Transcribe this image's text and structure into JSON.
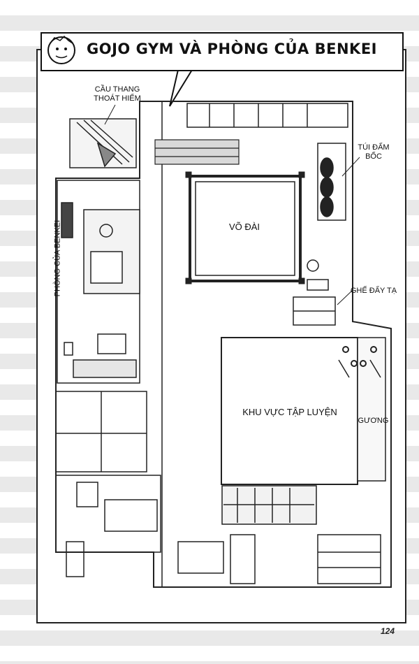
{
  "title": "GOJO GYM VÀ PHÒNG CỦA BENKEI",
  "labels": {
    "emergency_stairs_line1": "CẦU THANG",
    "emergency_stairs_line2": "THOÁT HIỂM",
    "punching_bags_line1": "TÚI ĐẤM",
    "punching_bags_line2": "BỐC",
    "ring": "VÕ ĐÀI",
    "benkei_room": "PHÒNG CỦA BENKEI",
    "bench_press": "GHẾ ĐẨY TẠ",
    "training_area": "KHU VỰC TẬP LUYỆN",
    "mirror": "GƯƠNG"
  },
  "page_number": "124",
  "colors": {
    "ink": "#111111",
    "paper": "#ffffff",
    "stripe": "#e9e9e9"
  }
}
